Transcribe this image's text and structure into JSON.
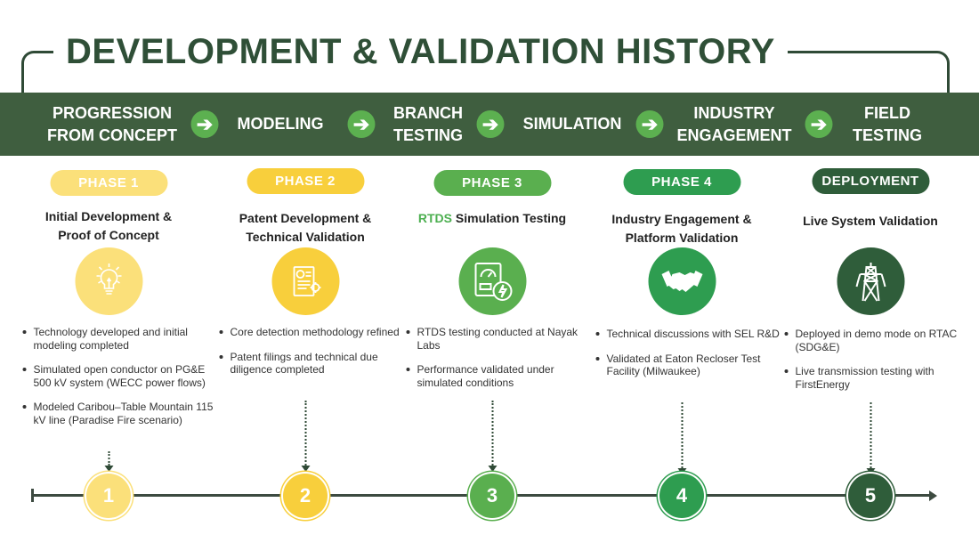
{
  "title": "DEVELOPMENT & VALIDATION HISTORY",
  "progression": [
    "PROGRESSION\nFROM CONCEPT",
    "MODELING",
    "BRANCH\nTESTING",
    "SIMULATION",
    "INDUSTRY\nENGAGEMENT",
    "FIELD\nTESTING"
  ],
  "arrow_glyph": "➔",
  "phases": [
    {
      "pill": "PHASE 1",
      "title_pre": "",
      "title": "Initial Development & Proof of Concept",
      "icon": "lightbulb-icon",
      "color": "#fbe07a",
      "bullets": [
        "Technology developed and initial modeling completed",
        "Simulated open conductor on PG&E 500 kV system (WECC power flows)",
        "Modeled Caribou–Table Mountain 115 kV line (Paradise Fire scenario)"
      ],
      "number": "1"
    },
    {
      "pill": "PHASE 2",
      "title_pre": "",
      "title": "Patent Development & Technical Validation",
      "icon": "patent-document-icon",
      "color": "#f8cf3c",
      "bullets": [
        "Core detection methodology refined",
        "Patent filings and technical due diligence completed"
      ],
      "number": "2"
    },
    {
      "pill": "PHASE 3",
      "title_pre": "RTDS",
      "title": " Simulation Testing",
      "icon": "simulator-meter-icon",
      "color": "#5aaf4f",
      "bullets": [
        "RTDS testing conducted at Nayak Labs",
        "Performance validated under simulated conditions"
      ],
      "number": "3"
    },
    {
      "pill": "PHASE 4",
      "title_pre": "",
      "title": "Industry Engagement & Platform Validation",
      "icon": "handshake-icon",
      "color": "#2e9d50",
      "bullets": [
        "Technical discussions with SEL R&D",
        "Validated at Eaton Recloser Test Facility (Milwaukee)"
      ],
      "number": "4"
    },
    {
      "pill": "DEPLOYMENT",
      "title_pre": "",
      "title": "Live System Validation",
      "icon": "transmission-tower-icon",
      "color": "#2f5d3a",
      "bullets": [
        "Deployed in demo mode on RTAC (SDG&E)",
        "Live transmission testing with FirstEnergy"
      ],
      "number": "5"
    }
  ]
}
